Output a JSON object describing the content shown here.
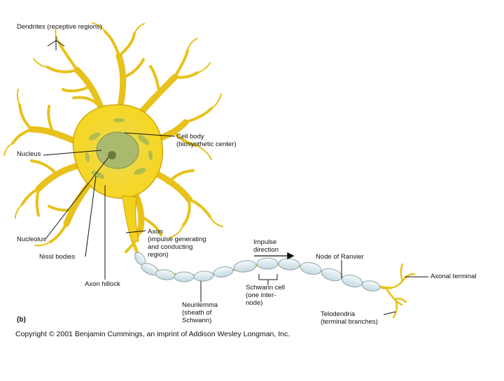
{
  "diagram": {
    "panel_letter": "(b)",
    "copyright": "Copyright © 2001 Benjamin Cummings, an imprint of Addison Wesley Longman, Inc.",
    "labels": {
      "dendrites": "Dendrites (receptive regions)",
      "cell_body_1": "Cell body",
      "cell_body_2": "(biosynthetic center)",
      "nucleus": "Nucleus",
      "nucleolus": "Nucleolus",
      "nissl": "Nissl bodies",
      "axon_hillock": "Axon hillock",
      "axon_1": "Axon",
      "axon_2": "(impulse generating",
      "axon_3": "and conducting",
      "axon_4": "region)",
      "impulse_1": "Impulse",
      "impulse_2": "direction",
      "node_of_ranvier": "Node of Ranvier",
      "axonal_terminal": "Axonal terminal",
      "schwann_1": "Schwann cell",
      "schwann_2": "(one inter-",
      "schwann_3": "node)",
      "neurilemma_1": "Neurilemma",
      "neurilemma_2": "(sheath of",
      "neurilemma_3": "Schwann)",
      "telodendria_1": "Telodendria",
      "telodendria_2": "(terminal branches)"
    },
    "colors": {
      "cell_fill": "#f5d21c",
      "cell_edge": "#c9a00a",
      "nucleus": "#9db86a",
      "myelin": "#e4f0f4",
      "myelin_edge": "#8fa3a8",
      "leader": "#111111"
    }
  }
}
